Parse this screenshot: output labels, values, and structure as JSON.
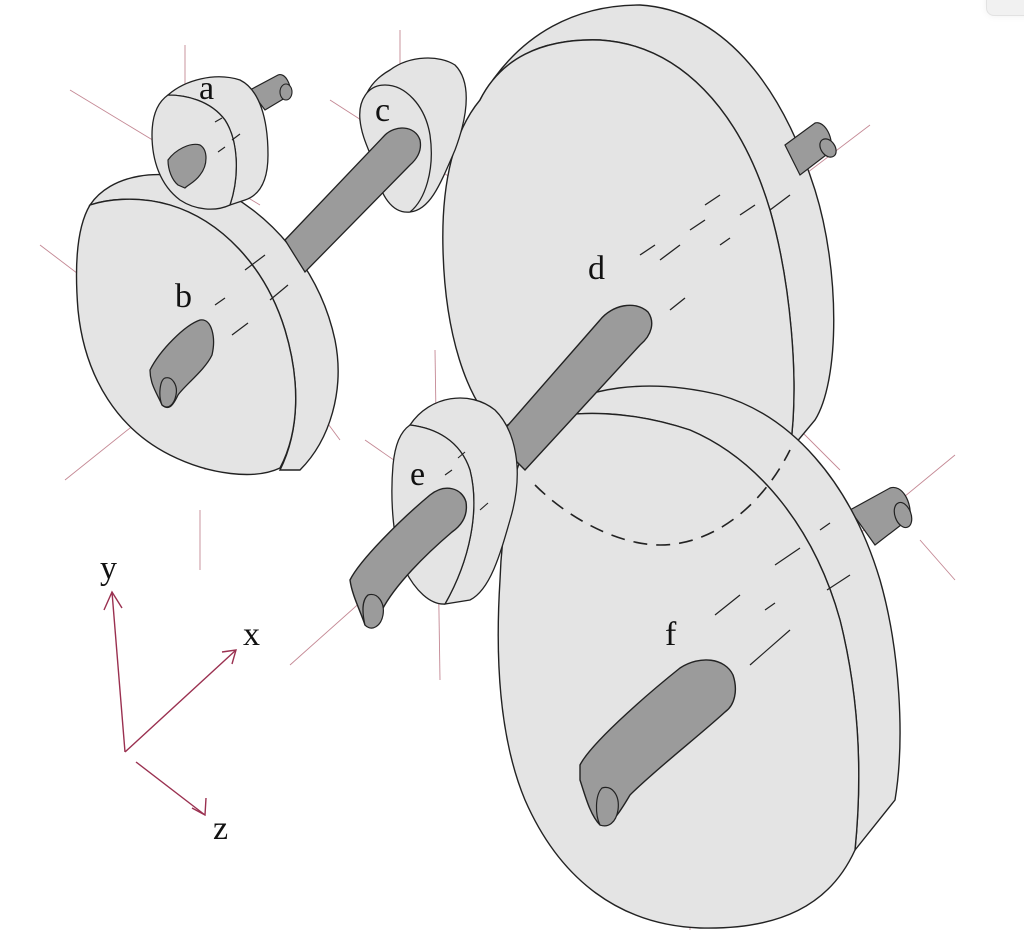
{
  "diagram": {
    "type": "gear-train-isometric-sketch",
    "colors": {
      "gear_fill": "#e4e4e4",
      "shaft_fill": "#9b9b9b",
      "outline": "#222222",
      "construction_line": "#b06070",
      "axis_arrow": "#9a3050",
      "background": "#ffffff"
    },
    "gears": [
      {
        "id": "a",
        "label": "a"
      },
      {
        "id": "b",
        "label": "b"
      },
      {
        "id": "c",
        "label": "c"
      },
      {
        "id": "d",
        "label": "d"
      },
      {
        "id": "e",
        "label": "e"
      },
      {
        "id": "f",
        "label": "f"
      }
    ],
    "axes": {
      "x": "x",
      "y": "y",
      "z": "z"
    }
  }
}
